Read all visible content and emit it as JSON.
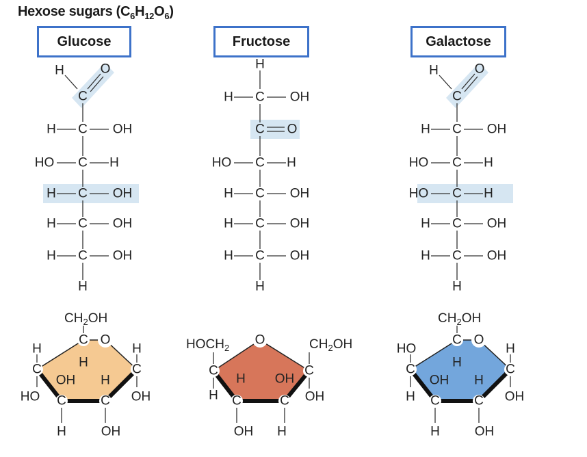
{
  "title": {
    "text": "Hexose sugars (C",
    "sub1": "6",
    "mid1": "H",
    "sub2": "12",
    "mid2": "O",
    "sub3": "6",
    "end": ")"
  },
  "sugars": [
    {
      "name": "Glucose",
      "ring_color": "#f5c992"
    },
    {
      "name": "Fructose",
      "ring_color": "#d7765a"
    },
    {
      "name": "Galactose",
      "ring_color": "#73a6dc"
    }
  ],
  "labels": {
    "H": "H",
    "C": "C",
    "O": "O",
    "OH": "OH",
    "HO": "HO",
    "CH2OH_a": "CH",
    "CH2OH_sub": "2",
    "CH2OH_b": "OH",
    "HOCH2_a": "HOCH",
    "HOCH2_sub": "2",
    "bond": "—",
    "double": "="
  },
  "colors": {
    "box_border": "#3d72c9",
    "highlight": "#d6e6f2",
    "line": "#333333"
  }
}
